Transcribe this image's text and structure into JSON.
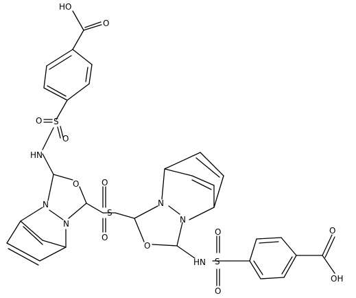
{
  "diagram": {
    "labels": {
      "oh_top": "HO",
      "carbonyl_o_top": "O",
      "sulfonyl_o_top_1": "O",
      "sulfonyl_s_top": "S",
      "sulfonyl_o_top_2": "O",
      "nh_top": "HN",
      "ring_o_left": "O",
      "ring_n_left_1": "N",
      "ring_n_left_2": "N",
      "bridge_o_top": "O",
      "bridge_s": "S",
      "bridge_o_bottom": "O",
      "ring_n_right_1": "N",
      "ring_n_right_2": "N",
      "ring_o_right": "O",
      "nh_bottom": "HN",
      "sulfonyl_o_bottom_1": "O",
      "sulfonyl_s_bottom": "S",
      "sulfonyl_o_bottom_2": "O",
      "carbonyl_o_bottom": "O",
      "oh_bottom": "OH"
    }
  }
}
